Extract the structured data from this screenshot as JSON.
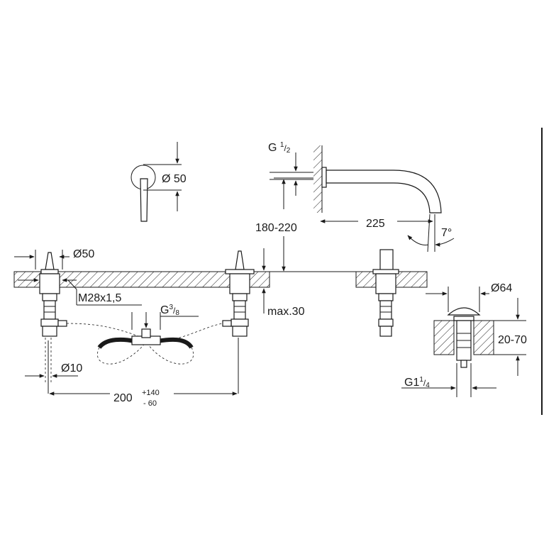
{
  "dimensions": {
    "handle_diameter": "Ø 50",
    "spout_thread_main": "G ",
    "spout_thread_num": "1",
    "spout_thread_den": "2",
    "spout_height": "180-220",
    "spout_projection": "225",
    "spout_angle": "7°",
    "body_diameter": "Ø50",
    "body_thread": "M28x1,5",
    "hose_thread_main": "G",
    "hose_thread_num": "3",
    "hose_thread_den": "8",
    "max_thickness": "max.30",
    "hose_diameter": "Ø10",
    "spacing_base": "200",
    "spacing_plus": "+140",
    "spacing_minus": "- 60",
    "waste_diameter": "Ø64",
    "waste_range": "20-70",
    "waste_thread_main": "G1",
    "waste_thread_num": "1",
    "waste_thread_den": "4"
  }
}
